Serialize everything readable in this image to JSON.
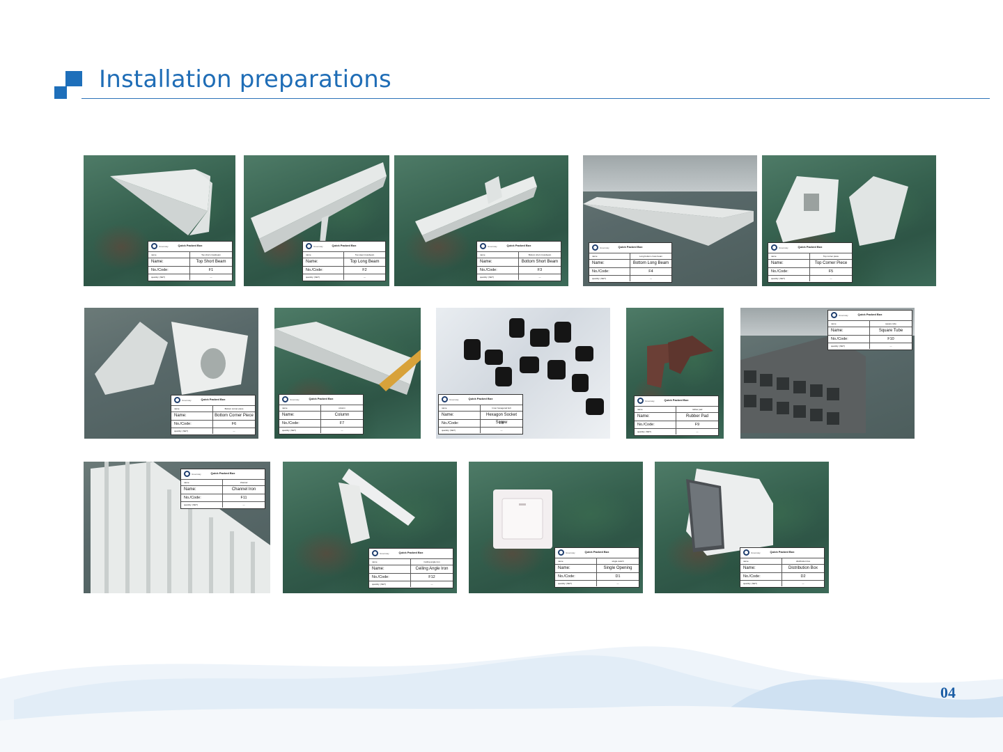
{
  "header": {
    "title": "Installation preparations"
  },
  "label_common": {
    "brand": "Greenway",
    "card_title": "Quick Packed Box",
    "top_key": "name",
    "name_key": "Name:",
    "code_key": "No./Code:",
    "qty_key": "quantity: (SET)",
    "qty_value": "—"
  },
  "items": [
    {
      "name": "Top Short Beam",
      "code": "F1",
      "sub": "Top short crossbeam"
    },
    {
      "name": "Top Long Beam",
      "code": "F2",
      "sub": "Top steel crossbeam"
    },
    {
      "name": "Bottom Short Beam",
      "code": "F3",
      "sub": "Bottom short crossbeam"
    },
    {
      "name": "Bottom Long Beam",
      "code": "F4",
      "sub": "Long bottom cross beam"
    },
    {
      "name": "Top Corner Piece",
      "code": "F5",
      "sub": "Top corner piece"
    },
    {
      "name": "Bottom Corner Piece",
      "code": "F6",
      "sub": "Bottom corner piece"
    },
    {
      "name": "Column",
      "code": "F7",
      "sub": "column"
    },
    {
      "name": "Hexagon Socket Screw",
      "code": "F8",
      "sub": "Inner hexagonal bolt"
    },
    {
      "name": "Rubber Pad",
      "code": "F9",
      "sub": "rubber pad"
    },
    {
      "name": "Square Tube",
      "code": "F10",
      "sub": "square tube"
    },
    {
      "name": "Channel Iron",
      "code": "F11",
      "sub": "channel"
    },
    {
      "name": "Ceiling Angle Iron",
      "code": "F12",
      "sub": "Ceiling angle iron"
    },
    {
      "name": "Single Opening",
      "code": "D1",
      "sub": "single switch"
    },
    {
      "name": "Distribution Box",
      "code": "D2",
      "sub": "distribution box"
    }
  ],
  "footer": {
    "page_number": "04"
  }
}
